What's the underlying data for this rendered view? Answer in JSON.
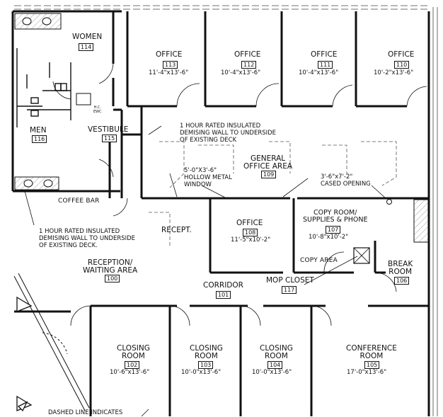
{
  "rooms": {
    "women": {
      "name": "WOMEN",
      "num": "114"
    },
    "men": {
      "name": "MEN",
      "num": "116"
    },
    "vestibule": {
      "name": "VESTIBULE",
      "num": "115"
    },
    "office113": {
      "name": "OFFICE",
      "num": "113",
      "dim": "11'-4\"x13'-6\""
    },
    "office112": {
      "name": "OFFICE",
      "num": "112",
      "dim": "10'-4\"x13'-6\""
    },
    "office111": {
      "name": "OFFICE",
      "num": "111",
      "dim": "10'-4\"x13'-6\""
    },
    "office110": {
      "name": "OFFICE",
      "num": "110",
      "dim": "10'-2\"x13'-6\""
    },
    "general": {
      "name_line1": "GENERAL",
      "name_line2": "OFFICE AREA",
      "num": "109"
    },
    "office108": {
      "name": "OFFICE",
      "num": "108",
      "dim": "11'-5\"x10'-2\""
    },
    "copy": {
      "name_line1": "COPY ROOM/",
      "name_line2": "SUPPLIES & PHONE",
      "num": "107",
      "dim": "10'-8\"x10'-2\""
    },
    "recept": {
      "name": "RECEPT."
    },
    "reception": {
      "name_line1": "RECEPTION/",
      "name_line2": "WAITING AREA",
      "num": "100"
    },
    "corridor": {
      "name": "CORRIDOR",
      "num": "101"
    },
    "mop": {
      "name": "MOP CLOSET",
      "num": "117"
    },
    "break": {
      "name_line1": "BREAK",
      "name_line2": "ROOM",
      "num": "106"
    },
    "closing102": {
      "name_line1": "CLOSING",
      "name_line2": "ROOM",
      "num": "102",
      "dim": "10'-6\"x13'-6\""
    },
    "closing103": {
      "name_line1": "CLOSING",
      "name_line2": "ROOM",
      "num": "103",
      "dim": "10'-0\"x13'-6\""
    },
    "closing104": {
      "name_line1": "CLOSING",
      "name_line2": "ROOM",
      "num": "104",
      "dim": "10'-0\"x13'-6\""
    },
    "conference": {
      "name_line1": "CONFERENCE",
      "name_line2": "ROOM",
      "num": "105",
      "dim": "17'-0\"x13'-6\""
    }
  },
  "labels": {
    "coffee_bar": "COFFEE BAR",
    "copy_area": "COPY AREA",
    "hc_ewc_line1": "H.C.",
    "hc_ewc_line2": "EWC"
  },
  "notes": {
    "demising_top": [
      "1 HOUR RATED INSULATED",
      "DEMISING WALL TO UNDERSIDE",
      "OF EXISTING DECK"
    ],
    "demising_left": [
      "1 HOUR RATED INSULATED",
      "DEMISING WALL TO UNDERSIDE",
      "OF EXISTING DECK."
    ],
    "window": [
      "5'-0\"X3'-6\"",
      "HOLLOW METAL",
      "WINDOW"
    ],
    "cased_opening": [
      "3'-6\"x7'-2\"",
      "CASED OPENING"
    ],
    "bottom_cut": "DASHED LINE INDICATES"
  }
}
